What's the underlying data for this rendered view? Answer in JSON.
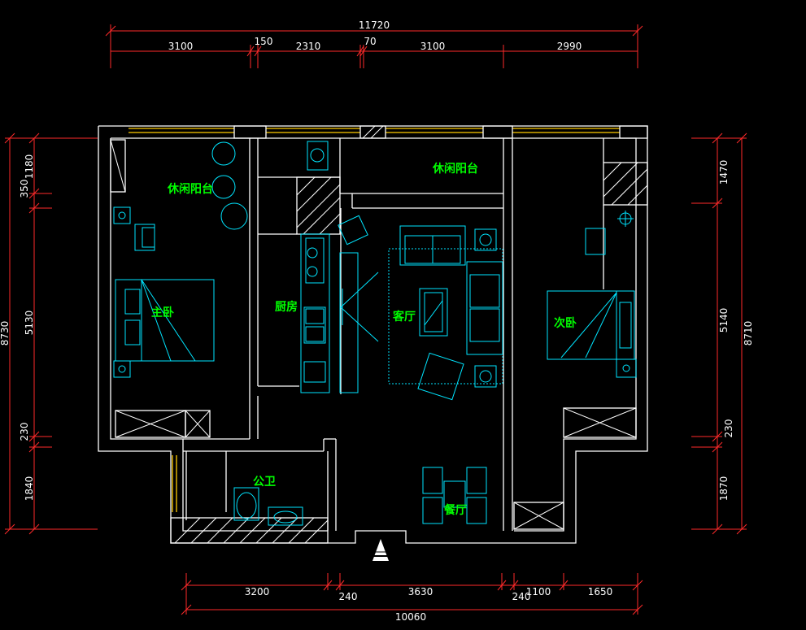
{
  "dimensions": {
    "top_total": "11720",
    "top_segments": [
      "3100",
      "150",
      "2310",
      "70",
      "3100",
      "2990"
    ],
    "bottom_total": "10060",
    "bottom_segments": [
      "3200",
      "240",
      "3630",
      "240",
      "1100",
      "1650"
    ],
    "left_total": "8730",
    "left_segments": [
      "1180",
      "350",
      "5130",
      "230",
      "1840"
    ],
    "right_total": "8710",
    "right_segments": [
      "1470",
      "5140",
      "230",
      "1870"
    ]
  },
  "rooms": {
    "balcony_left": "休闲阳台",
    "balcony_right": "休闲阳台",
    "master_bedroom": "主卧",
    "kitchen": "厨房",
    "living_room": "客厅",
    "second_bedroom": "次卧",
    "bathroom": "公卫",
    "dining_room": "餐厅"
  },
  "colors": {
    "background": "#000000",
    "wall": "#ffffff",
    "dimension": "#ff2a2a",
    "furniture": "#00e5ff",
    "room_label": "#00ff00"
  }
}
